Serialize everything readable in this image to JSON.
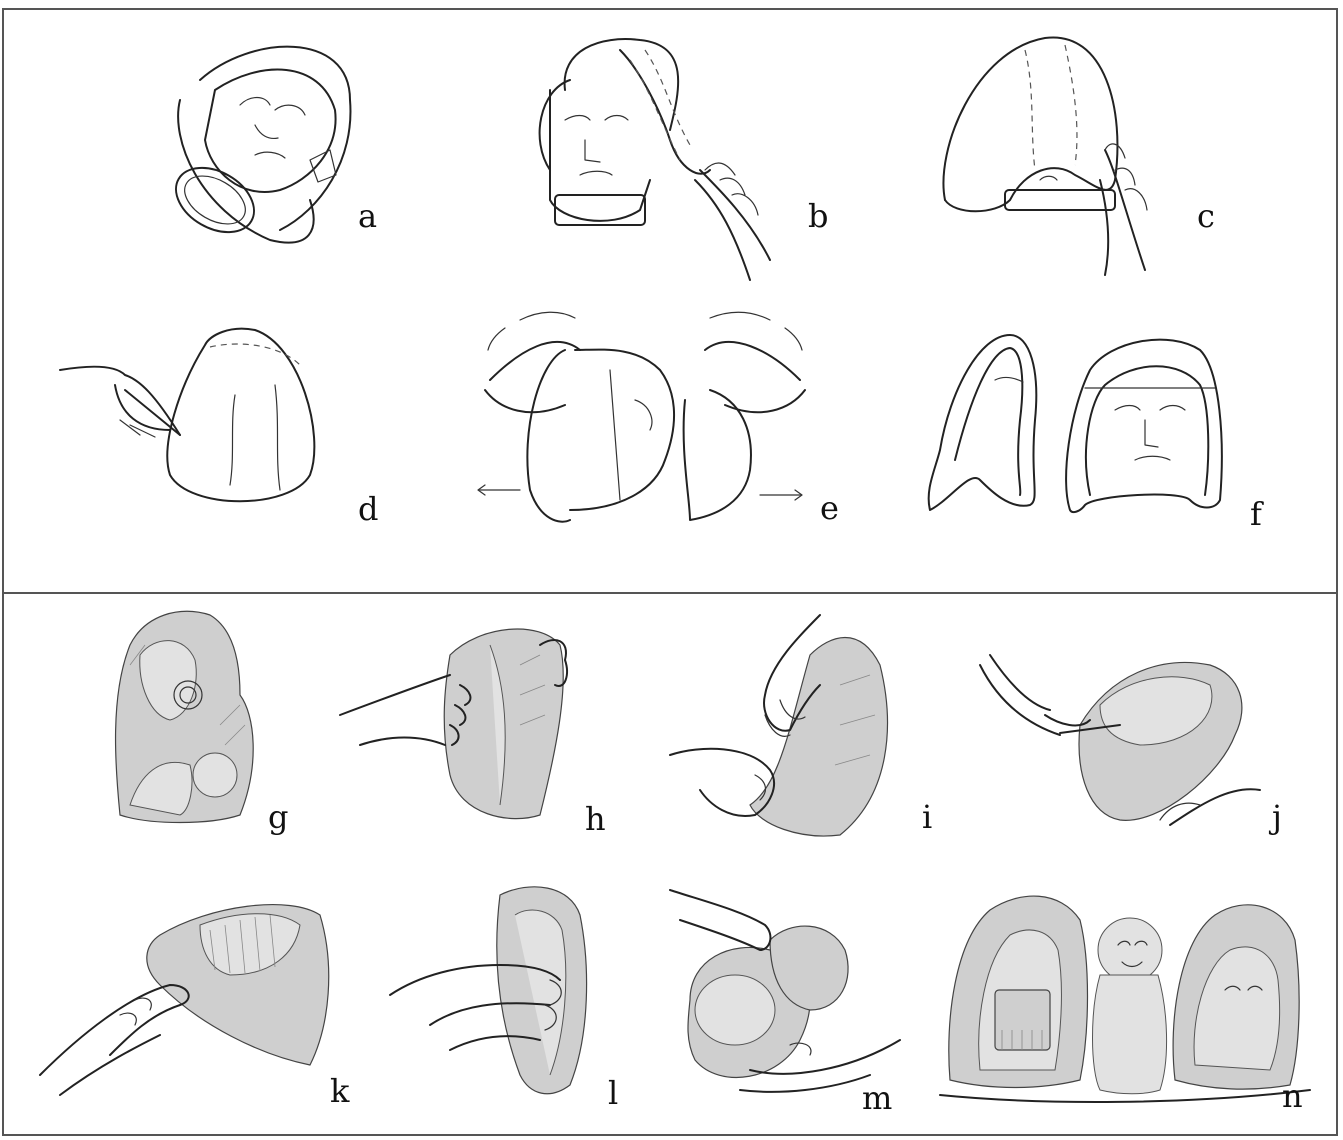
{
  "figure": {
    "top_row_labels": [
      "a",
      "b",
      "c",
      "d",
      "e",
      "f"
    ],
    "bottom_row_labels": [
      "g",
      "h",
      "i",
      "j",
      "k",
      "l",
      "m",
      "n"
    ]
  },
  "colors": {
    "frame": "#555555",
    "line_art": "#222222",
    "pencil_shade": "#cfcfcf",
    "background": "#ffffff"
  }
}
